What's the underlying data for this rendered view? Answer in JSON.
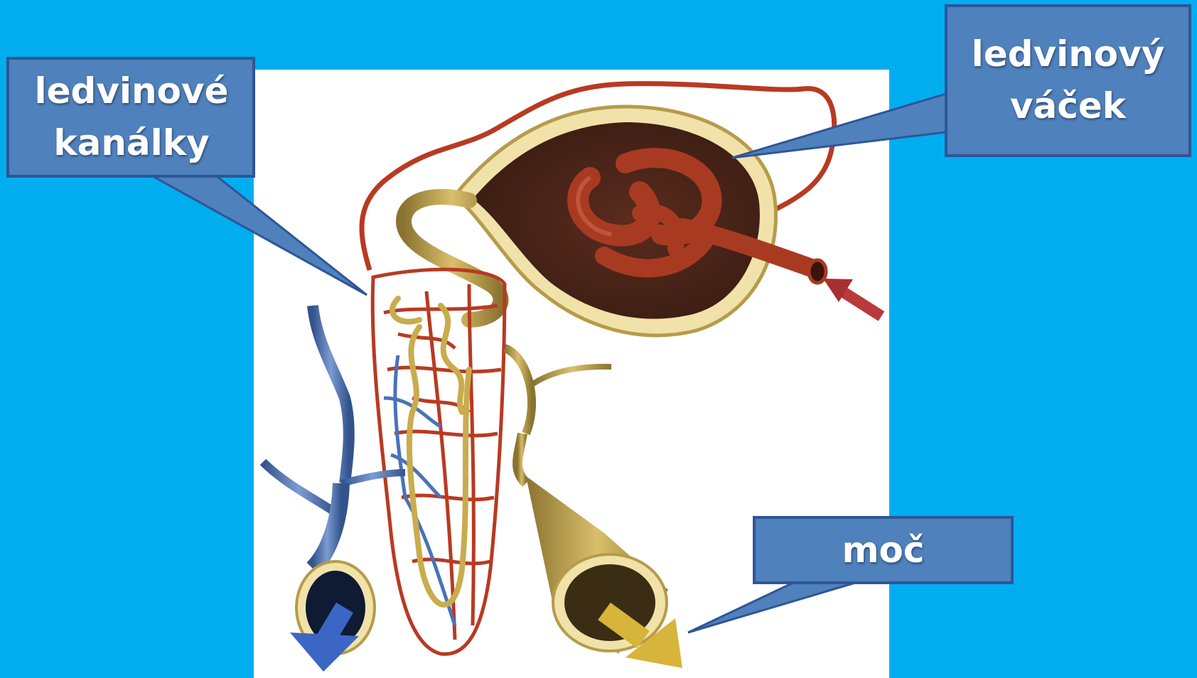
{
  "labels": {
    "tubules": "ledvinové kanálky",
    "capsule": "ledvinový váček",
    "urine": "moč"
  },
  "colors": {
    "background": "#00aeef",
    "callout_fill": "#4f81bd",
    "callout_border": "#2f5597",
    "artery": "#b83a22",
    "vein": "#4a72b8",
    "tubule": "#c9ac4e"
  }
}
